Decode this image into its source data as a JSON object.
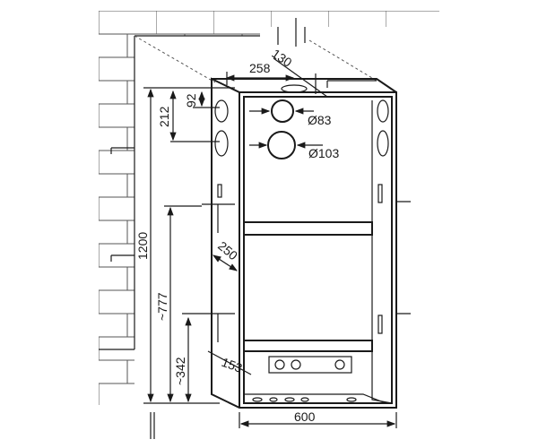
{
  "drawing": {
    "dimensions": {
      "top_offset": "130",
      "top_width": "258",
      "hole1_height": "92",
      "hole2_height": "212",
      "hole_small_diameter": "Ø83",
      "hole_large_diameter": "Ø103",
      "total_height": "1200",
      "bracket_height": "~777",
      "depth": "250",
      "lower_bracket_height": "~342",
      "lower_depth": "153",
      "width": "600"
    },
    "colors": {
      "line": "#1a1a1a",
      "brick": "#555555",
      "background": "#ffffff"
    }
  }
}
